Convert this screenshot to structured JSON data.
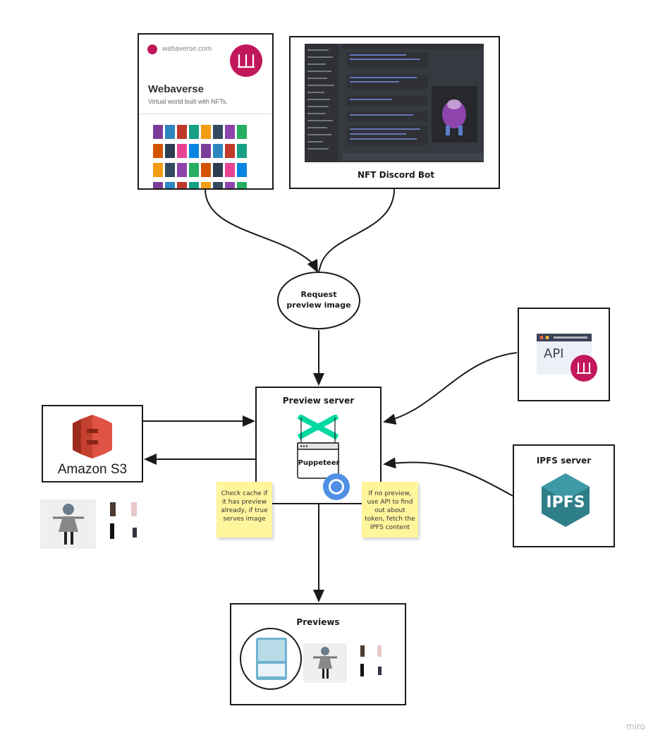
{
  "webaverse_card": {
    "url": "webaverse.com",
    "title": "Webaverse",
    "tagline": "Virtual world built with NFTs."
  },
  "discord": {
    "caption": "NFT Discord Bot"
  },
  "request_node": {
    "line1": "Request",
    "line2": "preview image"
  },
  "preview_server": {
    "title": "Preview server",
    "puppeteer_label": "Puppeteer"
  },
  "amazon_s3": {
    "label": "Amazon S3"
  },
  "api": {
    "label": "API"
  },
  "ipfs_server": {
    "title": "IPFS server",
    "logo_text": "IPFS"
  },
  "sticky_left": {
    "text": "Check cache if it has preview already, if true serves image"
  },
  "sticky_right": {
    "text": "If no preview, use API to find out about token, fetch the IPFS content"
  },
  "previews": {
    "title": "Previews"
  },
  "watermark": "miro",
  "colors": {
    "webaverse_pink": "#c2185b",
    "s3_orange": "#e05243",
    "puppeteer_green": "#00d8a2",
    "ipfs_teal": "#2f7f8a",
    "sticky_yellow": "#fff59d",
    "discord_dark": "#36393f"
  }
}
